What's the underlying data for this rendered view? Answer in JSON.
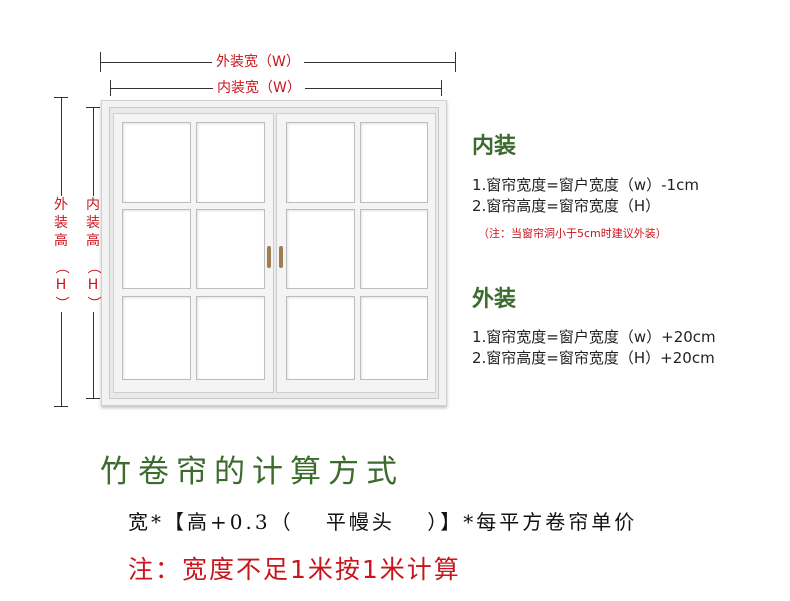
{
  "dimensions": {
    "outer_width_label": "外装宽（W）",
    "inner_width_label": "内装宽（W）",
    "outer_height_chars": [
      "外",
      "装",
      "高",
      "（",
      "H",
      "）"
    ],
    "inner_height_chars": [
      "内",
      "装",
      "高",
      "（",
      "H",
      "）"
    ]
  },
  "inner_install": {
    "heading": "内装",
    "rule1": "1.窗帘宽度=窗户宽度（w）-1cm",
    "rule2": "2.窗帘高度=窗帘宽度（H）",
    "note": "（注：当窗帘洞小于5cm时建议外装）"
  },
  "outer_install": {
    "heading": "外装",
    "rule1": "1.窗帘宽度=窗户宽度（w）+20cm",
    "rule2": "2.窗帘高度=窗帘宽度（H）+20cm"
  },
  "calc": {
    "title": "竹卷帘的计算方式",
    "formula": "宽*【高+0.3（　 平幔头　 ）】*每平方卷帘单价",
    "note": "注：宽度不足1米按1米计算"
  },
  "colors": {
    "accent_green": "#3b6b2d",
    "accent_red": "#c8161d"
  }
}
